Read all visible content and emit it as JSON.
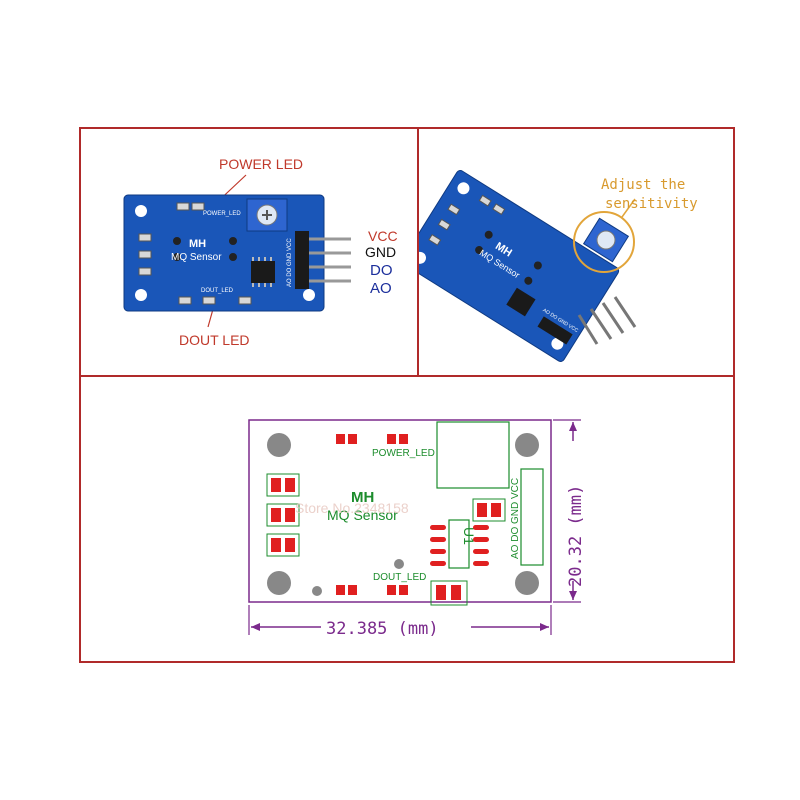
{
  "panel_top_left": {
    "callout_power_led": "POWER LED",
    "callout_dout_led": "DOUT LED",
    "pins": [
      "VCC",
      "GND",
      "DO",
      "AO"
    ],
    "board_title": "MH",
    "board_subtitle": "MQ Sensor",
    "silk_power_led": "POWER_LED",
    "silk_dout_led": "DOUT_LED",
    "silk_pins": "AO DO GND VCC"
  },
  "panel_top_right": {
    "annotation_line1": "Adjust the",
    "annotation_line2": "sensitivity",
    "board_title": "MH",
    "board_subtitle": "MQ Sensor",
    "silk_pins": "AO DO GND VCC"
  },
  "panel_bottom": {
    "board_title": "MH",
    "board_subtitle": "MQ Sensor",
    "silk_power_led": "POWER_LED",
    "silk_dout_led": "DOUT_LED",
    "silk_pins": "AO DO GND VCC",
    "chip_label": "U1",
    "watermark": "Store No.2348158",
    "dim_width": "32.385 (mm)",
    "dim_height": "20.32 (mm)"
  },
  "colors": {
    "frame": "#b02a2a",
    "pcb_blue": "#1a56b8",
    "pad_red": "#e02020",
    "silk_green": "#1c8c2c",
    "dimension_purple": "#7b2a8c"
  }
}
